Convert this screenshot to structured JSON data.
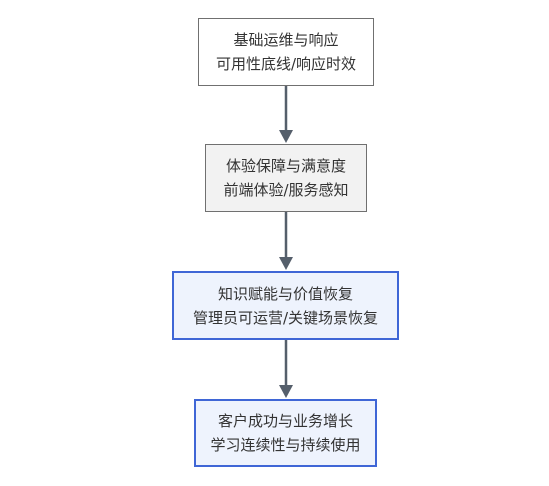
{
  "nodes": [
    {
      "line1": "基础运维与响应",
      "line2": "可用性底线/响应时效"
    },
    {
      "line1": "体验保障与满意度",
      "line2": "前端体验/服务感知"
    },
    {
      "line1": "知识赋能与价值恢复",
      "line2": "管理员可运营/关键场景恢复"
    },
    {
      "line1": "客户成功与业务增长",
      "line2": "学习连续性与持续使用"
    }
  ],
  "colors": {
    "arrow": "#555f6b",
    "node_fill_gray": "#f2f2f2",
    "node_fill_blue": "#eef3fd",
    "node_border_gray": "#707070",
    "node_border_blue": "#3f66d6",
    "text": "#333333"
  }
}
